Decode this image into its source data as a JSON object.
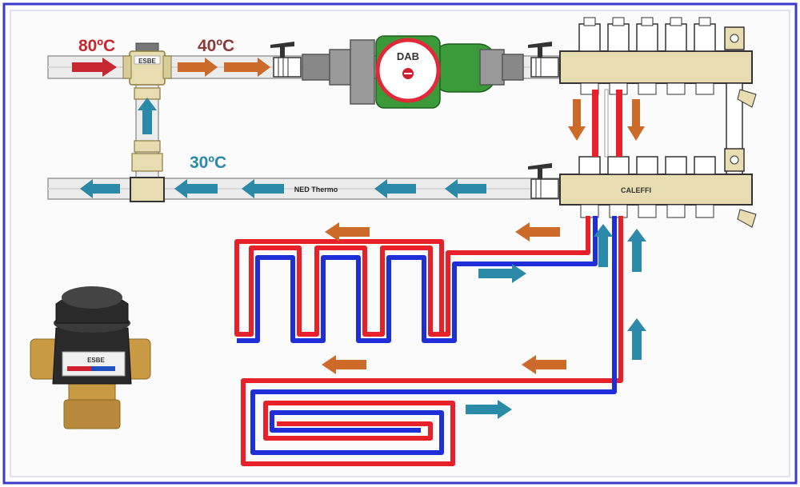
{
  "temperatures": {
    "hot_supply": "80ºC",
    "mixed_supply": "40ºC",
    "return": "30ºC"
  },
  "labels": {
    "valve_brand": "ESBE",
    "pump_brand": "DAB",
    "pipe_brand": "NED Thermo",
    "manifold_brand": "CALEFFI",
    "valve_photo_brand": "ESBE"
  },
  "colors": {
    "hot_red": "#c8282f",
    "warm_orange": "#cc6a2a",
    "cold_blue": "#2b8aa8",
    "loop_red": "#e8202a",
    "loop_blue": "#1f2fd8",
    "frame_blue": "#3a3ac8",
    "pump_green": "#3a9a3a",
    "brass": "#e8ddb0"
  }
}
